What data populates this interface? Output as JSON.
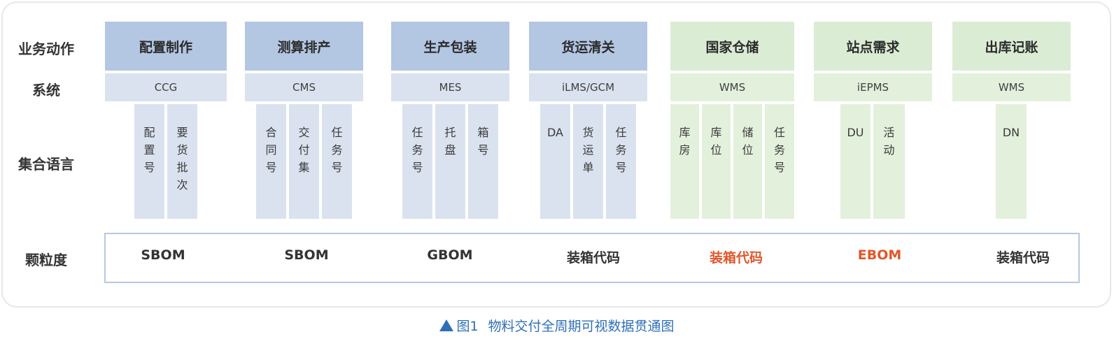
{
  "row_labels": {
    "action": "业务动作",
    "system": "系统",
    "language": "集合语言",
    "granularity": "颗粒度"
  },
  "columns": [
    {
      "action": "配置制作",
      "system": "CCG",
      "languages": [
        "配置号",
        "要货批次"
      ],
      "granularity": "SBOM",
      "theme": "blue"
    },
    {
      "action": "测算排产",
      "system": "CMS",
      "languages": [
        "合同号",
        "交付集",
        "任务号"
      ],
      "granularity": "SBOM",
      "theme": "blue"
    },
    {
      "action": "生产包装",
      "system": "MES",
      "languages": [
        "任务号",
        "托盘",
        "箱号"
      ],
      "granularity": "GBOM",
      "theme": "blue"
    },
    {
      "action": "货运清关",
      "system": "iLMS/GCM",
      "languages": [
        "DA",
        "货运单",
        "任务号"
      ],
      "granularity": "装箱代码",
      "theme": "blue"
    },
    {
      "action": "国家仓储",
      "system": "WMS",
      "languages": [
        "库房",
        "库位",
        "储位",
        "任务号"
      ],
      "granularity": "装箱代码",
      "theme": "green"
    },
    {
      "action": "站点需求",
      "system": "iEPMS",
      "languages": [
        "DU",
        "活动"
      ],
      "granularity": "EBOM",
      "theme": "green"
    },
    {
      "action": "出库记账",
      "system": "WMS",
      "languages": [
        "DN"
      ],
      "granularity": "装箱代码",
      "theme": "green"
    }
  ],
  "colors": {
    "action_blue": "#b3c6e2",
    "action_green": "#dbecd4",
    "cell_blue": "#dae2ef",
    "cell_green": "#e3f0dc",
    "highlight_orange": "#e0572b",
    "caption_blue": "#2f6fb7"
  },
  "caption": {
    "icon": "triangle-up-icon",
    "figure": "图1",
    "title": "物料交付全周期可视数据贯通图"
  }
}
